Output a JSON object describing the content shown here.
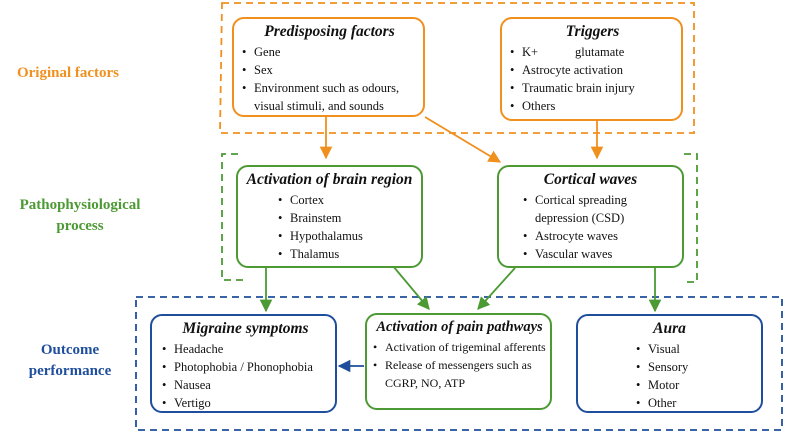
{
  "colors": {
    "orange": "#F0901E",
    "green": "#4C9A34",
    "blue": "#1F4E9C"
  },
  "side_labels": {
    "original": "Original factors",
    "pathophysiological_1": "Pathophysiological",
    "pathophysiological_2": "process",
    "outcome_1": "Outcome",
    "outcome_2": "performance"
  },
  "predisposing": {
    "title": "Predisposing factors",
    "items": [
      "Gene",
      "Sex",
      "Environment such as odours,",
      "visual stimuli, and sounds"
    ]
  },
  "triggers": {
    "title": "Triggers",
    "item_k": "K+",
    "item_glutamate": "glutamate",
    "items": [
      "Astrocyte activation",
      "Traumatic brain injury",
      "Others"
    ]
  },
  "brain_region": {
    "title": "Activation of brain region",
    "items": [
      "Cortex",
      "Brainstem",
      "Hypothalamus",
      "Thalamus"
    ]
  },
  "cortical_waves": {
    "title": "Cortical waves",
    "items": [
      "Cortical spreading",
      "depression (CSD)",
      "Astrocyte waves",
      "Vascular waves"
    ]
  },
  "migraine_symptoms": {
    "title": "Migraine symptoms",
    "items": [
      "Headache",
      "Photophobia / Phonophobia",
      "Nausea",
      "Vertigo"
    ]
  },
  "pain_pathways": {
    "title": "Activation of  pain pathways",
    "items": [
      "Activation of trigeminal afferents",
      "Release of messengers such as",
      "CGRP, NO, ATP"
    ]
  },
  "aura": {
    "title": "Aura",
    "items": [
      "Visual",
      "Sensory",
      "Motor",
      "Other"
    ]
  }
}
